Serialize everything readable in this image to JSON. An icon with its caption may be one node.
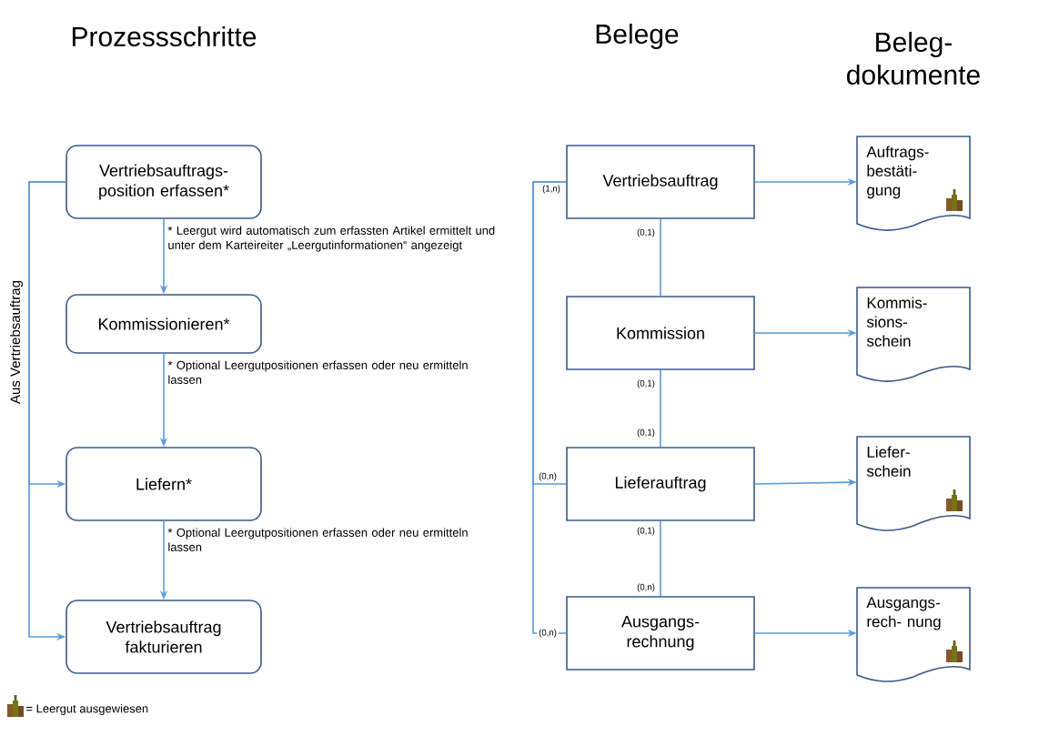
{
  "diagram": {
    "nodes": [
      {
        "text": [
          "Vertriebsauftrags- position erfassen*"
        ]
      },
      {
        "text": [
          "Kommissionieren*"
        ]
      },
      {
        "text": [
          "Liefern*"
        ]
      },
      {
        "text": [
          "Vertriebsauftrag fakturieren"
        ]
      },
      {
        "text": [
          "Vertriebsauftrag"
        ]
      },
      {
        "text": [
          "Kommission"
        ]
      },
      {
        "text": [
          "Lieferauftrag"
        ]
      },
      {
        "text": [
          "Ausgangs- rechnung"
        ]
      },
      {
        "text": [
          "Auftrags- bestäti- gung"
        ]
      },
      {
        "text": [
          "Kommis- sions- schein"
        ]
      },
      {
        "text": [
          "Liefer- schein"
        ]
      },
      {
        "text": [
          "Ausgangs- rech- nung"
        ]
      }
    ],
    "edges": [
      {
        "from": 0,
        "to": 1,
        "arrow": "to",
        "label": "* Leergut wird automatisch zum erfassten Artikel ermittelt und unter dem Karteireiter „Leergutinformationen“ angezeigt"
      },
      {
        "from": 1,
        "to": 2,
        "arrow": "to",
        "label": "* Optional Leergutpositionen erfassen oder neu ermitteln lassen"
      },
      {
        "from": 2,
        "to": 3,
        "arrow": "to",
        "label": "* Optional Leergutpositionen erfassen oder neu ermitteln lassen"
      },
      {
        "from": 0,
        "to": 2,
        "arrow": "to",
        "label": "Aus Vertriebsauftrag"
      },
      {
        "from": 0,
        "to": 3,
        "arrow": "to"
      },
      {
        "from": 4,
        "to": 5,
        "arrow": "none"
      },
      {
        "from": 5,
        "to": 6,
        "arrow": "none"
      },
      {
        "from": 6,
        "to": 7,
        "arrow": "none"
      },
      {
        "from": 4,
        "to": 6,
        "arrow": "none"
      },
      {
        "from": 4,
        "to": 7,
        "arrow": "none"
      },
      {
        "from": 4,
        "to": 8,
        "arrow": "to"
      },
      {
        "from": 5,
        "to": 9,
        "arrow": "to"
      },
      {
        "from": 6,
        "to": 10,
        "arrow": "to"
      },
      {
        "from": 7,
        "to": 11,
        "arrow": "to"
      }
    ],
    "labels": [
      "Prozessschritte",
      "Belege",
      "Beleg- dokumente",
      "(1,n)",
      "(0,1)",
      "(0,1)",
      "(0,1)",
      "(0,n)",
      "(0,1)",
      "(0,n)",
      "(0,n)"
    ],
    "legend": [
      {
        "text": "= Leergut ausgewiesen"
      }
    ]
  }
}
